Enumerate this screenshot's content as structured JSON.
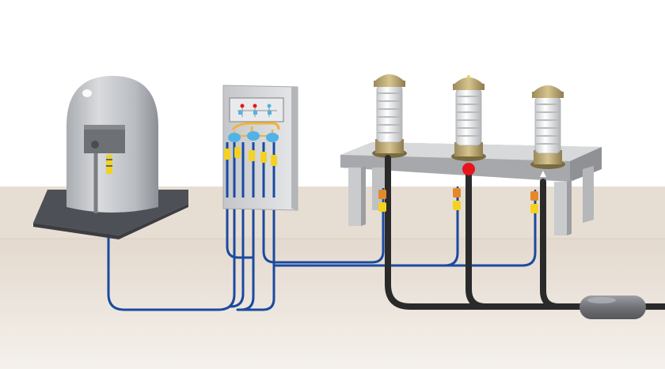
{
  "scene": {
    "components": [
      {
        "name": "transformer-tank",
        "icon": "transformer-icon"
      },
      {
        "name": "control-cabinet",
        "icon": "control-panel-icon"
      },
      {
        "name": "switch-frame",
        "icon": "switchgear-icon"
      },
      {
        "name": "porcelain-bushing",
        "count": 3,
        "icon": "insulator-icon"
      },
      {
        "name": "cable-joint",
        "icon": "cable-joint-icon"
      }
    ],
    "colors": {
      "sky": "#ffffff",
      "ground_top": "#e5dcd2",
      "ground_bottom": "#f4f0ea",
      "signal_wire": "#1b4aa0",
      "power_cable": "#2a2a2a",
      "marker_yellow": "#f4d21f",
      "marker_orange": "#e3892a",
      "alarm_red": "#e8141b",
      "indicator_blue": "#4fb3e6"
    }
  }
}
